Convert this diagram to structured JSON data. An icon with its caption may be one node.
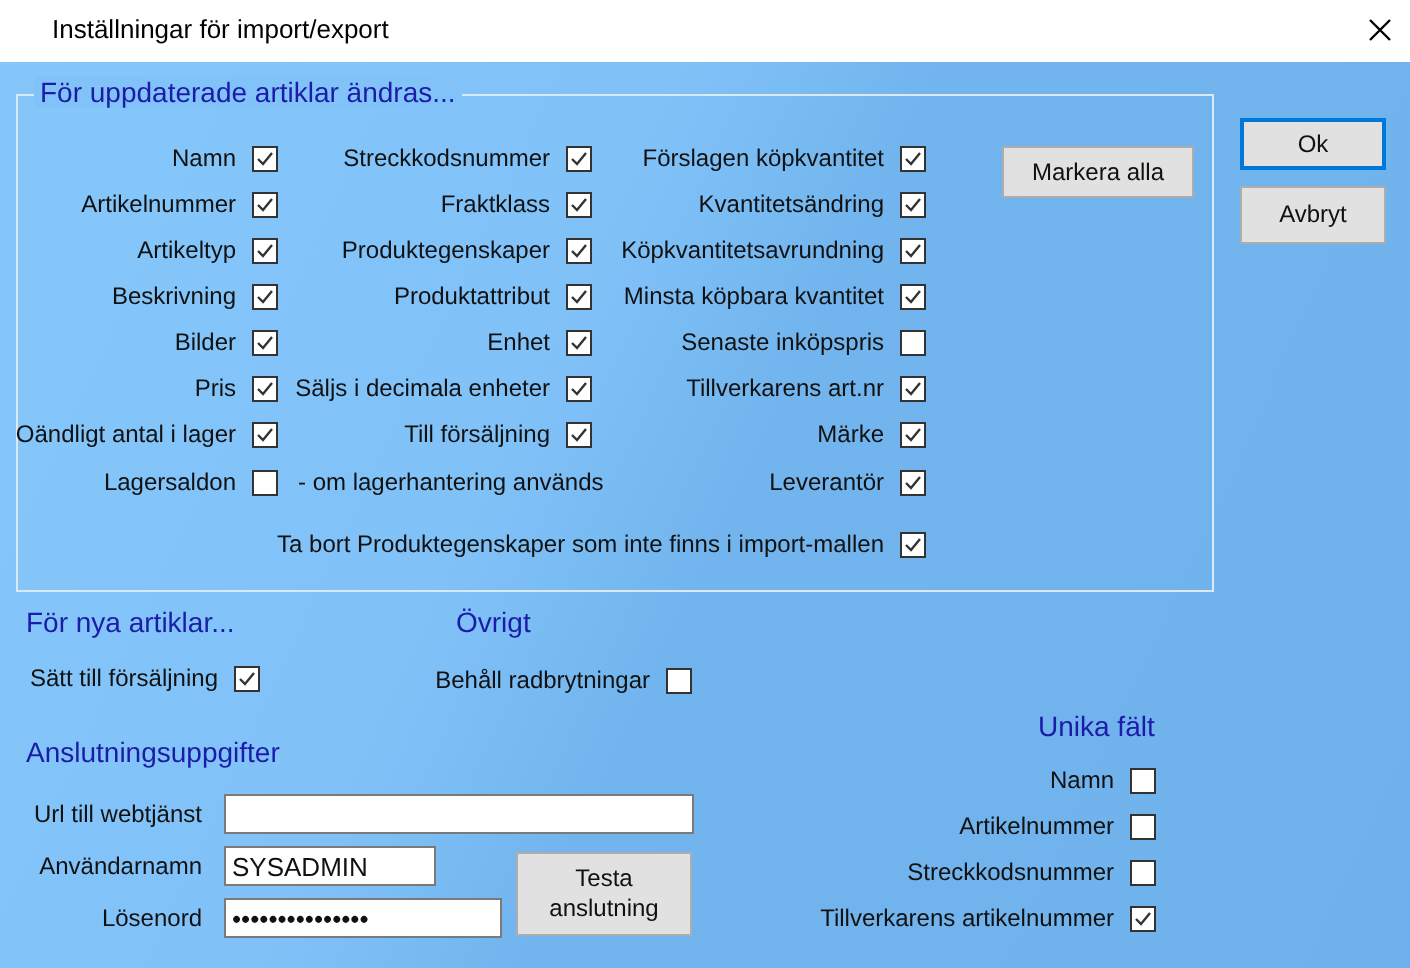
{
  "diagram": {
    "title": "Inställningar för import/export",
    "nodes": [
      {
        "text": [
          "För uppdaterade artiklar ändras..."
        ]
      },
      {
        "text": [
          "Markera alla"
        ],
        "in": 0
      },
      {
        "text": [
          "Ok"
        ]
      },
      {
        "text": [
          "Avbryt"
        ]
      },
      {
        "text": [
          "Url till webtjänst"
        ]
      },
      {
        "text": [
          "Användarnamn",
          "SYSADMIN"
        ]
      },
      {
        "text": [
          "Lösenord",
          "•••••••••••••••"
        ]
      },
      {
        "text": [
          "Testa anslutning"
        ]
      }
    ],
    "labels": [
      "Namn",
      "Streckkodsnummer",
      "Förslagen köpkvantitet",
      "Artikelnummer",
      "Fraktklass",
      "Kvantitetsändring",
      "Artikeltyp",
      "Produktegenskaper",
      "Köpkvantitetsavrundning",
      "Beskrivning",
      "Produktattribut",
      "Minsta köpbara kvantitet",
      "Bilder",
      "Enhet",
      "Senaste inköpspris",
      "Pris",
      "Säljs i decimala enheter",
      "Tillverkarens art.nr",
      "Oändligt antal i lager",
      "Till försäljning",
      "Märke",
      "Lagersaldon",
      "- om lagerhantering används",
      "Leverantör",
      "Ta bort Produktegenskaper som inte finns i import-mallen",
      "För nya artiklar...",
      "Övrigt",
      "Sätt till försäljning",
      "Behåll radbrytningar",
      "Anslutningsuppgifter",
      "Unika fält",
      "Namn",
      "Artikelnummer",
      "Streckkodsnummer",
      "Tillverkarens artikelnummer"
    ]
  }
}
